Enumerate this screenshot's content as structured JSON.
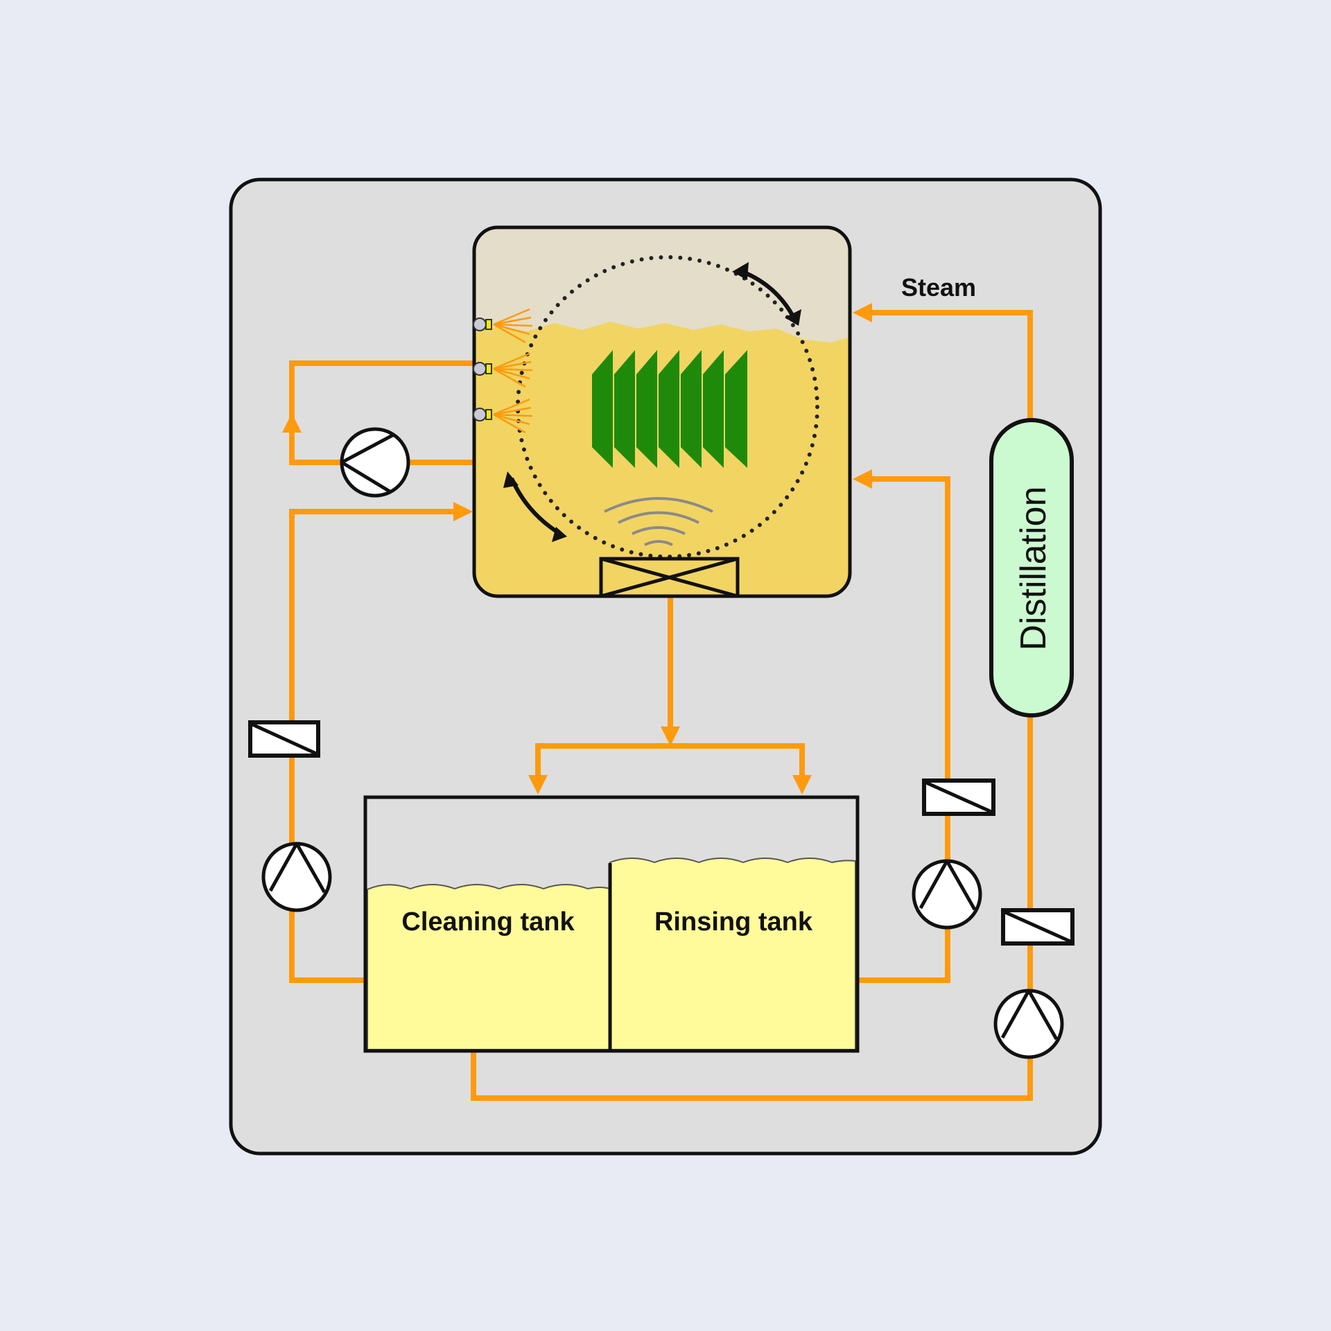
{
  "diagram": {
    "type": "process-flow",
    "title": "",
    "colors": {
      "page_background": "#e8ebf3",
      "frame_fill": "#dedede",
      "pipe": "#ff9a0c",
      "chamber_vapor": "#e4ddc9",
      "chamber_liquid": "#f2d463",
      "tank_liquid": "#fffb9a",
      "distillation_fill": "#ccfad0",
      "parts": "#1f8a0a",
      "symbol_fill": "#ffffff",
      "outline": "#111111"
    },
    "labels": {
      "steam": "Steam",
      "distillation": "Distillation",
      "cleaning_tank": "Cleaning tank",
      "rinsing_tank": "Rinsing tank"
    },
    "components": [
      {
        "id": "process-chamber",
        "kind": "chamber",
        "features": [
          "spray-nozzles x3",
          "rotating basket with parts",
          "ultrasonic transducer",
          "drain valve"
        ]
      },
      {
        "id": "cleaning-tank",
        "kind": "tank",
        "label_key": "cleaning_tank"
      },
      {
        "id": "rinsing-tank",
        "kind": "tank",
        "label_key": "rinsing_tank"
      },
      {
        "id": "distillation-unit",
        "kind": "column",
        "label_key": "distillation"
      },
      {
        "id": "spray-circulation-pump",
        "kind": "pump"
      },
      {
        "id": "cleaning-pump",
        "kind": "pump"
      },
      {
        "id": "rinsing-pump",
        "kind": "pump"
      },
      {
        "id": "distillation-pump",
        "kind": "pump"
      },
      {
        "id": "cleaning-filter",
        "kind": "filter"
      },
      {
        "id": "rinsing-filter",
        "kind": "filter"
      },
      {
        "id": "distillation-filter",
        "kind": "filter"
      }
    ],
    "flows": [
      {
        "from": "process-chamber",
        "to": "spray-circulation-pump",
        "then": "spray-nozzles"
      },
      {
        "from": "cleaning-tank",
        "via": [
          "cleaning-pump",
          "cleaning-filter"
        ],
        "to": "process-chamber"
      },
      {
        "from": "rinsing-tank",
        "via": [
          "rinsing-pump",
          "rinsing-filter"
        ],
        "to": "process-chamber"
      },
      {
        "from": "process-chamber",
        "via": [
          "drain-valve"
        ],
        "to": [
          "cleaning-tank",
          "rinsing-tank"
        ]
      },
      {
        "from": "cleaning-tank",
        "via": [
          "distillation-pump",
          "distillation-filter"
        ],
        "to": "distillation-unit"
      },
      {
        "from": "distillation-unit",
        "to": "process-chamber",
        "label_key": "steam"
      }
    ]
  }
}
